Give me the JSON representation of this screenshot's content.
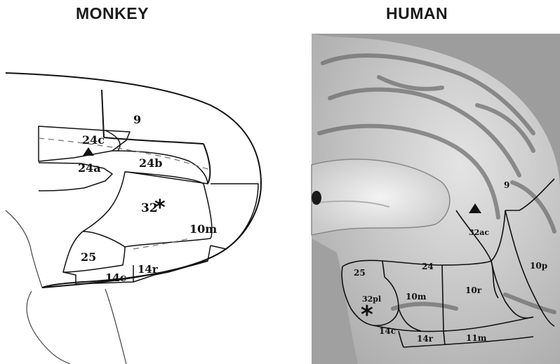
{
  "titles": {
    "left": "MONKEY",
    "right": "HUMAN"
  },
  "monkey_areas": {
    "a9": "9",
    "a24c": "24c",
    "a24a": "24a",
    "a24b": "24b",
    "a32": "32",
    "a10m": "10m",
    "a25": "25",
    "a14c": "14c",
    "a14r": "14r"
  },
  "human_areas": {
    "a9": "9",
    "a32ac": "32ac",
    "a10p": "10p",
    "a24": "24",
    "a25": "25",
    "a32pl": "32pl",
    "a10m": "10m",
    "a10r": "10r",
    "a14c": "14c",
    "a14r": "14r",
    "a11m": "11m"
  },
  "markers": {
    "star": "*",
    "triangle": "▲"
  },
  "colors": {
    "line": "#111111",
    "brain_light": "#d8d8d8",
    "brain_mid": "#b5b5b5",
    "brain_dark": "#7a7a7a"
  }
}
